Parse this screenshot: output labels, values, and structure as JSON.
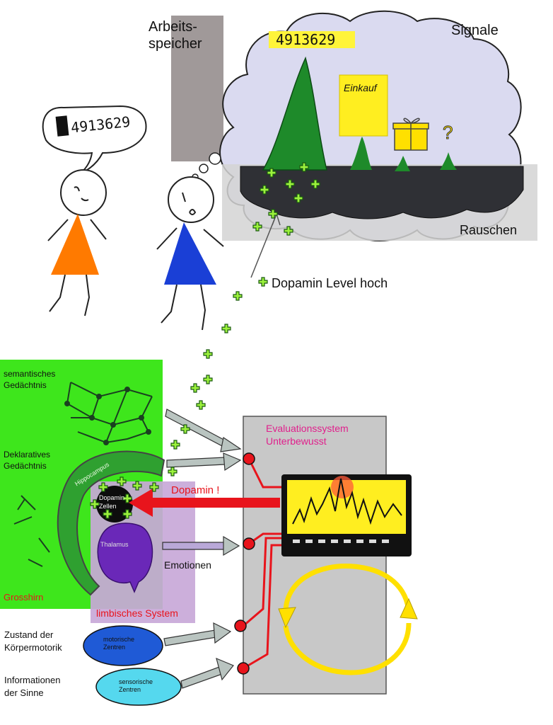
{
  "top": {
    "working_memory_title": "Arbeits-\nspeicher",
    "speech_number": "4913629",
    "thought_number": "4913629",
    "signals_label": "Signale",
    "noise_label": "Rauschen",
    "shopping_note": "Einkauf",
    "question_mark": "?",
    "dopamine_level_label": "Dopamin Level hoch"
  },
  "brain": {
    "semantic_memory_label": "semantisches\nGedächtnis",
    "declarative_memory_label": "Deklaratives\nGedächtnis",
    "hippocampus_label": "Hippocampus",
    "dopamine_cells_label": "Dopamin\nZellen",
    "thalamus_label": "Thalamus",
    "cerebrum_label": "Grosshirn",
    "limbic_system_label": "limbisches System",
    "emotions_label": "Emotionen",
    "dopamine_arrow_label": "Dopamin !"
  },
  "evaluation": {
    "title": "Evaluationssystem\nUnterbewusst"
  },
  "inputs": {
    "motor_state_label": "Zustand der\nKörpermotorik",
    "motor_centers_label": "motorische\nZentren",
    "senses_label": "Informationen\nder Sinne",
    "sensory_centers_label": "sensorische\nZentren"
  },
  "colors": {
    "cerebrum_green": "#3ee61c",
    "limbic_purple": "#c8a8d8",
    "orange_figure": "#ff7a00",
    "blue_figure": "#1a3fd6",
    "dopamine_plus": "#9cf23c",
    "accent_red": "#e8141c",
    "evaluation_magenta": "#e0208c",
    "monitor_yellow": "#ffee20",
    "cycle_yellow": "#ffe000"
  }
}
